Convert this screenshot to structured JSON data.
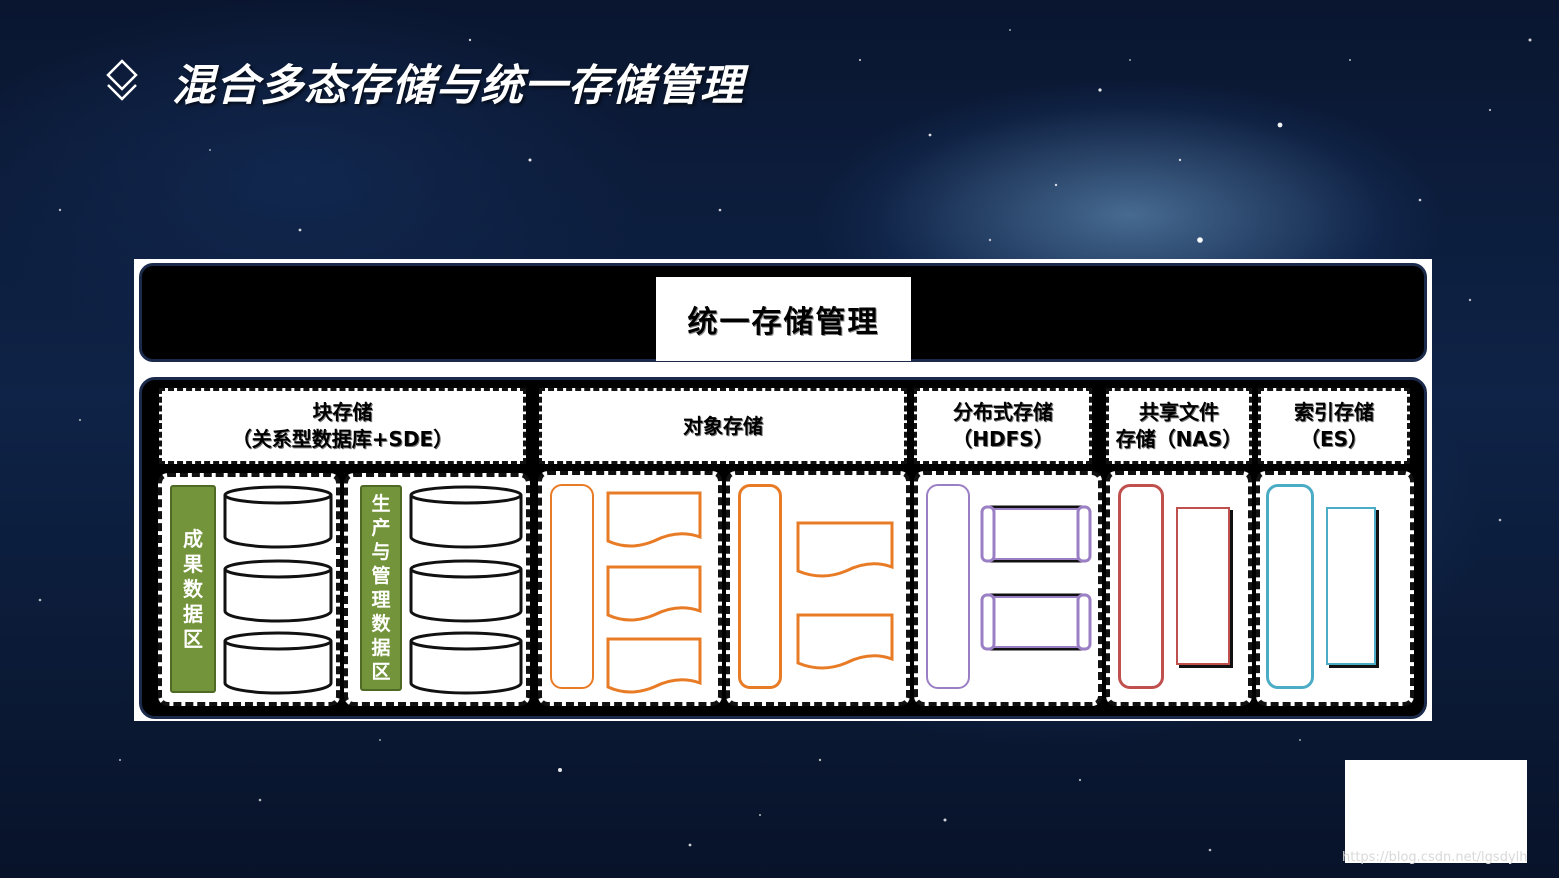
{
  "slide": {
    "title": "混合多态存储与统一存储管理",
    "title_icon": "diamond-layers-icon"
  },
  "diagram": {
    "top_label": "统一存储管理",
    "columns": [
      {
        "header_line1": "块存储",
        "header_line2": "（关系型数据库+SDE）"
      },
      {
        "header_line1": "对象存储",
        "header_line2": ""
      },
      {
        "header_line1": "分布式存储",
        "header_line2": "（HDFS）"
      },
      {
        "header_line1": "共享文件",
        "header_line2": "存储（NAS）"
      },
      {
        "header_line1": "索引存储",
        "header_line2": "（ES）"
      }
    ],
    "block_zones": [
      {
        "label": [
          "成",
          "果",
          "数",
          "据",
          "区"
        ]
      },
      {
        "label": [
          "生",
          "产",
          "与",
          "管",
          "理",
          "数",
          "据",
          "区"
        ]
      }
    ],
    "colors": {
      "green": "#73943a",
      "orange": "#e87b25",
      "purple": "#9b7fc4",
      "red": "#c0504d",
      "cyan": "#4bacc6"
    }
  },
  "watermark": {
    "text": "https://blog.csdn.net/lgsdylh"
  }
}
